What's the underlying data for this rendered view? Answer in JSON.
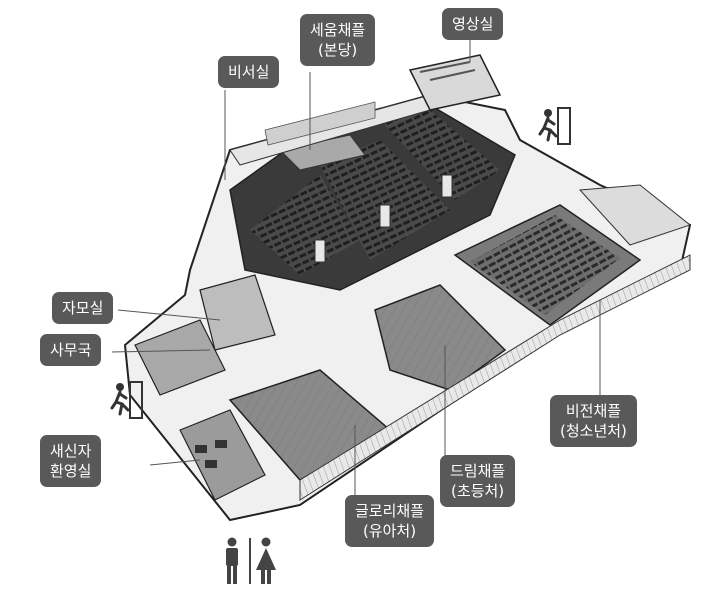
{
  "labels": {
    "main_chapel": {
      "line1": "세움채플",
      "line2": "(본당)"
    },
    "video_room": {
      "line1": "영상실"
    },
    "secretary_room": {
      "line1": "비서실"
    },
    "mothers_room": {
      "line1": "자모실"
    },
    "office": {
      "line1": "사무국"
    },
    "newcomer_room": {
      "line1": "새신자",
      "line2": "환영실"
    },
    "vision_chapel": {
      "line1": "비전채플",
      "line2": "(청소년처)"
    },
    "dream_chapel": {
      "line1": "드림채플",
      "line2": "(초등처)"
    },
    "glory_chapel": {
      "line1": "글로리채플",
      "line2": "(유아처)"
    }
  },
  "icons": {
    "exit_top": "emergency-exit-icon",
    "exit_left": "emergency-exit-icon",
    "restroom": "restroom-icon"
  },
  "colors": {
    "label_bg": "#595959",
    "label_text": "#ffffff",
    "floor_light": "#8c8c8c",
    "floor_dark": "#3a3a3a",
    "wall": "#f2f2f2",
    "outline": "#222222"
  }
}
